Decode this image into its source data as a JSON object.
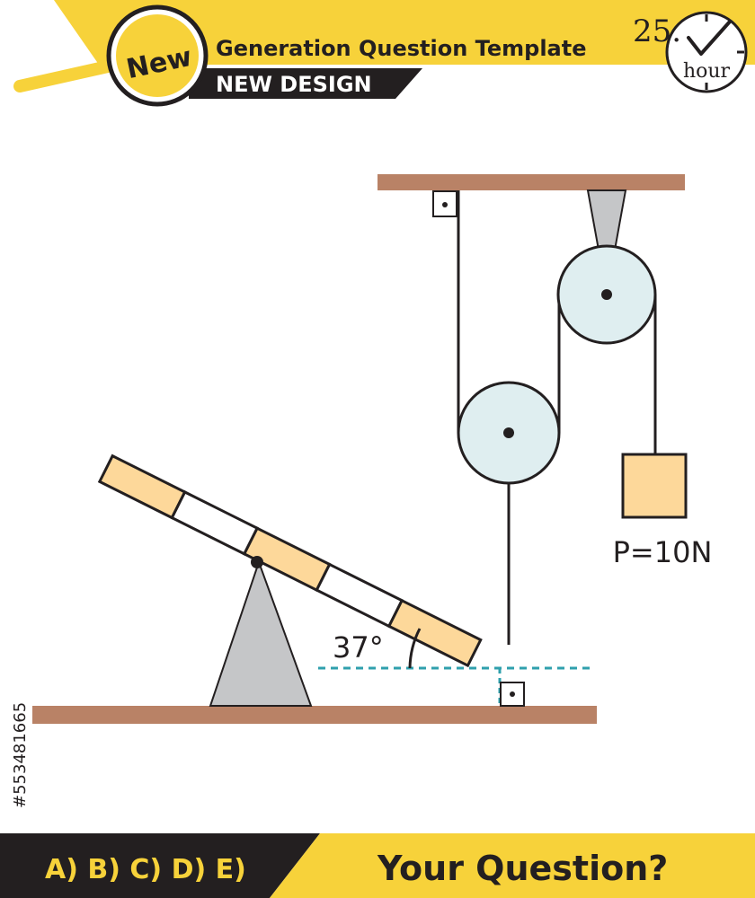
{
  "header": {
    "badge": "New",
    "title": "Generation Question Template",
    "subtitle": "NEW DESIGN",
    "timer_value": "25.",
    "timer_unit": "hour"
  },
  "diagram": {
    "angle_label": "37°",
    "weight_label": "P=10N"
  },
  "footer": {
    "options": "A) B) C) D) E)",
    "question": "Your Question?"
  },
  "side_id": "#553481665",
  "colors": {
    "yellow": "#f7d23a",
    "black": "#231f20",
    "brown": "#b98266",
    "pulley": "#dfeef0",
    "plank": "#fdd89a",
    "support": "#c5c6c8",
    "dashed": "#2fa0ad"
  }
}
